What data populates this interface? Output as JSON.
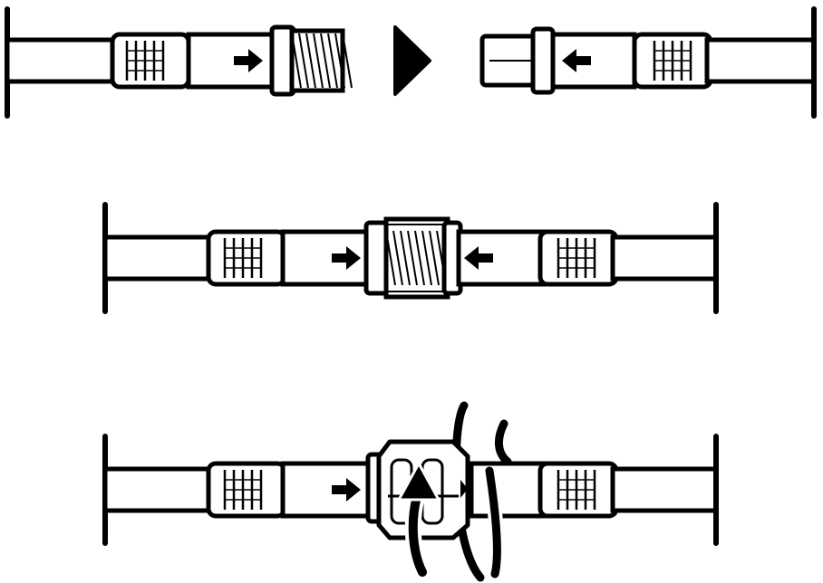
{
  "diagram": {
    "steps": [
      {
        "id": "step-1",
        "description_visible_text": ""
      },
      {
        "id": "step-2",
        "description_visible_text": ""
      },
      {
        "id": "step-3",
        "description_visible_text": ""
      }
    ],
    "colors": {
      "line": "#000000",
      "fill": "#ffffff"
    },
    "icons": [
      "arrow-right-icon",
      "arrow-left-icon",
      "next-step-triangle-icon",
      "rotate-arrow-icon"
    ]
  }
}
